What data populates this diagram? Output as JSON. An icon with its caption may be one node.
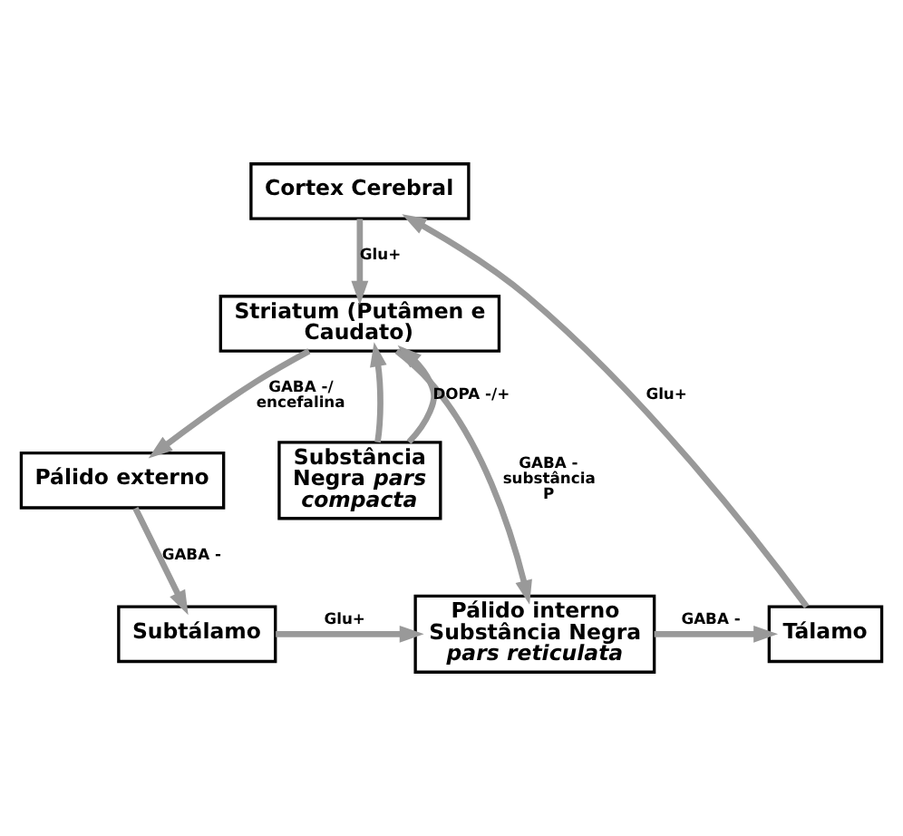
{
  "diagram": {
    "nodes": [
      {
        "text": [
          "Cortex Cerebral"
        ]
      },
      {
        "text": [
          "Striatum (Putâmen e Caudato)"
        ]
      },
      {
        "text": [
          "Pálido externo"
        ]
      },
      {
        "text": [
          "Substância Negra *pars compacta*"
        ]
      },
      {
        "text": [
          "Subtálamo"
        ]
      },
      {
        "text": [
          "Pálido interno Substância Negra *pars reticulata*"
        ]
      },
      {
        "text": [
          "Tálamo"
        ]
      }
    ],
    "edges": [
      {
        "from": 0,
        "to": 1,
        "arrow": "to",
        "label": "Glu+"
      },
      {
        "from": 1,
        "to": 2,
        "arrow": "to",
        "label": "GABA -/ encefalina"
      },
      {
        "from": 3,
        "to": 1,
        "arrow": "to",
        "label": "DOPA -/+"
      },
      {
        "from": 3,
        "to": 1,
        "arrow": "to"
      },
      {
        "from": 1,
        "to": 5,
        "arrow": "to",
        "label": "GABA - substância P"
      },
      {
        "from": 2,
        "to": 4,
        "arrow": "to",
        "label": "GABA -"
      },
      {
        "from": 4,
        "to": 5,
        "arrow": "to",
        "label": "Glu+"
      },
      {
        "from": 5,
        "to": 6,
        "arrow": "to",
        "label": "GABA -"
      },
      {
        "from": 6,
        "to": 0,
        "arrow": "to",
        "label": "Glu+"
      }
    ]
  }
}
